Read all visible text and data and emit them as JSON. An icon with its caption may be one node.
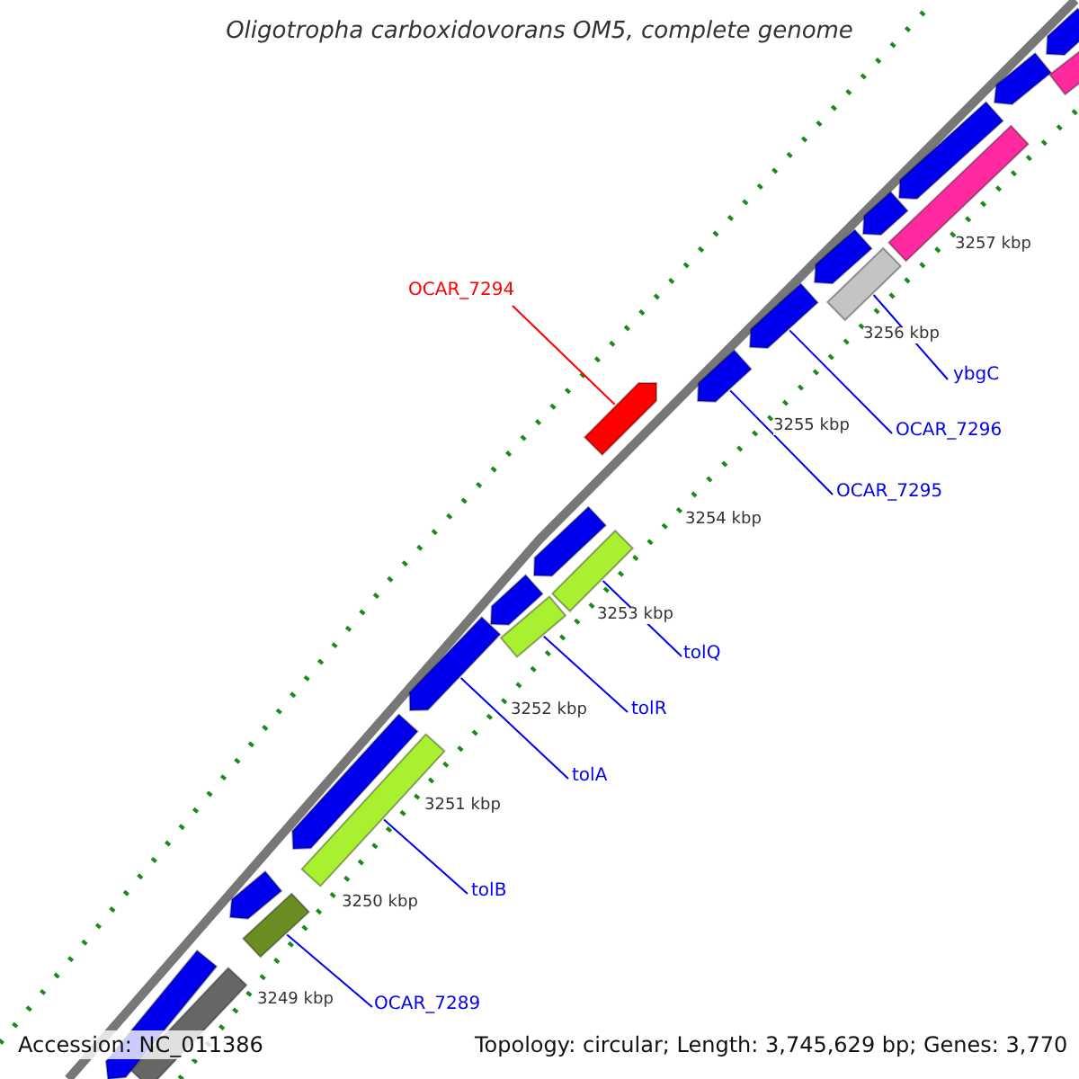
{
  "diagram": {
    "title": "Oligotropha carboxidovorans OM5, complete genome",
    "nodes": [
      {
        "text": [
          "OCAR_7294"
        ]
      },
      {
        "text": [
          "ybgC"
        ]
      },
      {
        "text": [
          "OCAR_7296"
        ]
      },
      {
        "text": [
          "OCAR_7295"
        ]
      },
      {
        "text": [
          "tolQ"
        ]
      },
      {
        "text": [
          "tolR"
        ]
      },
      {
        "text": [
          "tolA"
        ]
      },
      {
        "text": [
          "tolB"
        ]
      },
      {
        "text": [
          "OCAR_7289"
        ]
      },
      {
        "text": [],
        "shape": "bar"
      },
      {
        "text": [],
        "shape": "bar"
      },
      {
        "text": [],
        "shape": "bar"
      },
      {
        "text": [],
        "shape": "bar"
      },
      {
        "text": [],
        "shape": "bar"
      },
      {
        "text": [],
        "shape": "bar"
      },
      {
        "text": [],
        "shape": "bar"
      },
      {
        "text": [],
        "shape": "bar"
      },
      {
        "text": [],
        "shape": "bar"
      },
      {
        "text": [],
        "shape": "bar"
      },
      {
        "text": [],
        "shape": "bar"
      },
      {
        "text": [],
        "shape": "bar"
      },
      {
        "text": [],
        "shape": "bar"
      },
      {
        "text": [],
        "shape": "bar"
      },
      {
        "text": [],
        "shape": "bar"
      },
      {
        "text": [],
        "shape": "bar"
      },
      {
        "text": [],
        "shape": "bar"
      },
      {
        "text": [],
        "shape": "bar"
      },
      {
        "text": [],
        "shape": "bar"
      },
      {
        "text": [],
        "shape": "bar"
      },
      {
        "text": [],
        "shape": "bar"
      },
      {
        "text": [],
        "shape": "bar"
      }
    ],
    "edges": [
      {
        "from": 0,
        "to": 20,
        "arrow": "none",
        "color": "#ff0000"
      },
      {
        "from": 1,
        "to": 24,
        "arrow": "none"
      },
      {
        "from": 2,
        "to": 22,
        "arrow": "none"
      },
      {
        "from": 3,
        "to": 21,
        "arrow": "none"
      },
      {
        "from": 4,
        "to": 19,
        "arrow": "none"
      },
      {
        "from": 5,
        "to": 17,
        "arrow": "none"
      },
      {
        "from": 6,
        "to": 15,
        "arrow": "none"
      },
      {
        "from": 7,
        "to": 14,
        "arrow": "none"
      },
      {
        "from": 8,
        "to": 12,
        "arrow": "none"
      }
    ],
    "labels": [
      "3257 kbp",
      "3256 kbp",
      "3255 kbp",
      "3254 kbp",
      "3253 kbp",
      "3252 kbp",
      "3251 kbp",
      "3250 kbp",
      "3249 kbp",
      "Accession: NC_011386",
      "Topology: circular; Length: 3,745,629 bp; Genes: 3,770"
    ]
  }
}
